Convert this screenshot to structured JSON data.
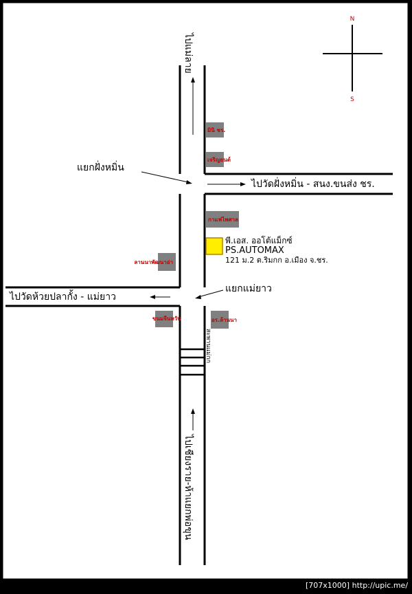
{
  "compass": {
    "north": "N",
    "south": "S"
  },
  "labels": {
    "north_road": "ไปแม่ลาย",
    "south_road": "ไปเชียงราย-ห้าแยกพ่อขุน",
    "east_road": "ไปวัดฝั่งหมิ่น - สนง.ขนส่ง ชร.",
    "west_road": "ไปวัดห้วยปลากั้ง - แม่ยาว",
    "junction_north": "แยกฝั่งหมิ่น",
    "junction_south": "แยกแม่ยาว",
    "bridge": "สะพานแม่กก"
  },
  "shop": {
    "name_th": "พี.เอส. ออโต้แม็กซ์",
    "name_en": "PS.AUTOMAX",
    "address": "121 ม.2 ต.ริมกก อ.เมือง จ.ชร.",
    "marker_color": "#ffee00"
  },
  "landmarks": [
    {
      "label": "มินิ ชร."
    },
    {
      "label": "เจริญยนต์"
    },
    {
      "label": "กาแฟไพศาล"
    },
    {
      "label": "ลานนาพัฒนาอ่า"
    },
    {
      "label": "ขนมจีนหวัน"
    },
    {
      "label": "อร.ล้านนา"
    }
  ],
  "colors": {
    "landmark_fill": "#808080",
    "landmark_text": "#c00000",
    "compass_text": "#c00000"
  },
  "footer": {
    "size": "[707x1000]",
    "url": "http://upic.me/"
  }
}
